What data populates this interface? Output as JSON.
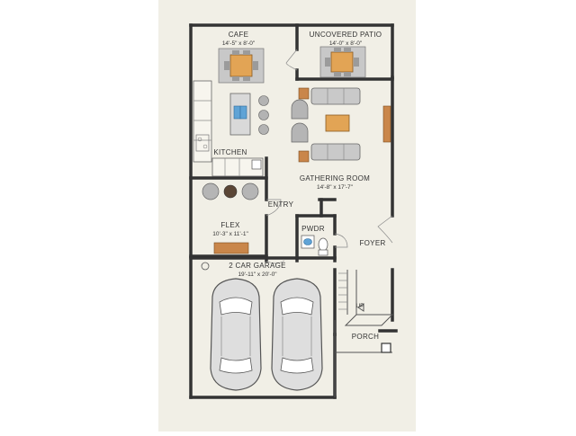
{
  "rooms": {
    "cafe": {
      "name": "CAFE",
      "dims": "14'-5\" x 8'-0\""
    },
    "patio": {
      "name": "UNCOVERED PATIO",
      "dims": "14'-0\" x 8'-0\""
    },
    "kitchen": {
      "name": "KITCHEN"
    },
    "gathering": {
      "name": "GATHERING ROOM",
      "dims": "14'-8\" x 17'-7\""
    },
    "entry": {
      "name": "ENTRY"
    },
    "flex": {
      "name": "FLEX",
      "dims": "10'-3\" x 11'-1\""
    },
    "pwdr": {
      "name": "PWDR"
    },
    "foyer": {
      "name": "FOYER"
    },
    "garage": {
      "name": "2 CAR GARAGE",
      "dims": "19'-11\" x 20'-0\""
    },
    "porch": {
      "name": "PORCH"
    }
  },
  "labels": {
    "stairs_up": "UP"
  },
  "colors": {
    "background": "#f1efe6",
    "wall": "#333333",
    "furniture_gray": "#cfcfcf",
    "table_orange": "#e2a455",
    "accent_brown": "#c9864a",
    "sink_blue": "#5fa3d6"
  }
}
